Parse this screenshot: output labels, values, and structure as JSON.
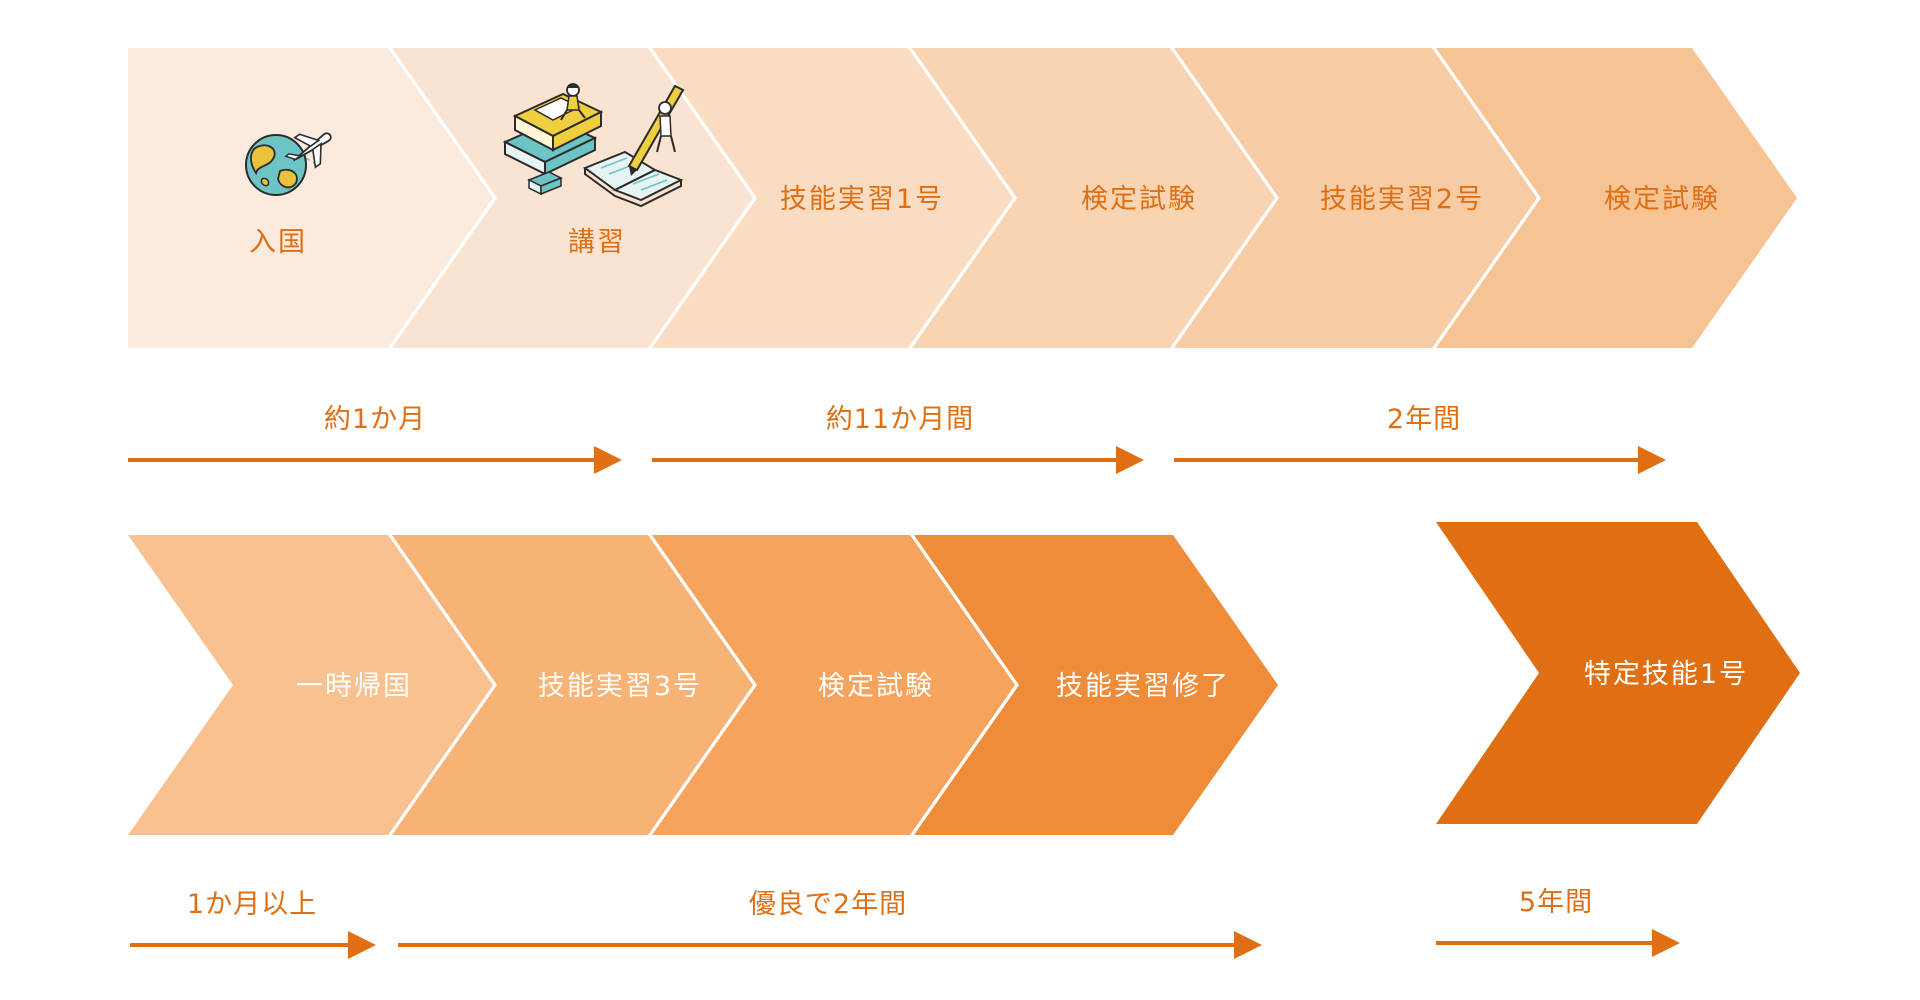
{
  "colors": {
    "text_dark_step": "#e06f13",
    "text_light_step": "#ffffff",
    "arrow": "#e06f13",
    "period_text": "#e06f13",
    "step_fills": {
      "row1": [
        "#fbebdf",
        "#fae4d1",
        "#f9dcc2",
        "#f8d4b3",
        "#f7cba3",
        "#f6c394"
      ],
      "row2": [
        "#f9c190",
        "#f7b275",
        "#f5a35d",
        "#ee8c3a",
        "#e06f13"
      ]
    },
    "icon_globe_land": "#e9c13c",
    "icon_globe_sea": "#6cc4c4",
    "icon_book_yellow": "#efcf3f",
    "icon_book_teal": "#6cc4c4",
    "icon_outline": "#2b2b2b"
  },
  "steps": {
    "row1": [
      {
        "label": "入国",
        "icon": "globe-airplane-icon"
      },
      {
        "label": "講習",
        "icon": "books-study-icon"
      },
      {
        "label": "技能実習1号"
      },
      {
        "label": "検定試験"
      },
      {
        "label": "技能実習2号"
      },
      {
        "label": "検定試験"
      }
    ],
    "row2": [
      {
        "label": "一時帰国"
      },
      {
        "label": "技能実習3号"
      },
      {
        "label": "検定試験"
      },
      {
        "label": "技能実習修了"
      }
    ],
    "final": {
      "label": "特定技能1号"
    }
  },
  "periods": {
    "row1": [
      {
        "label": "約1か月"
      },
      {
        "label": "約11か月間"
      },
      {
        "label": "2年間"
      }
    ],
    "row2": [
      {
        "label": "1か月以上"
      },
      {
        "label": "優良で2年間"
      }
    ],
    "final": {
      "label": "5年間"
    }
  }
}
